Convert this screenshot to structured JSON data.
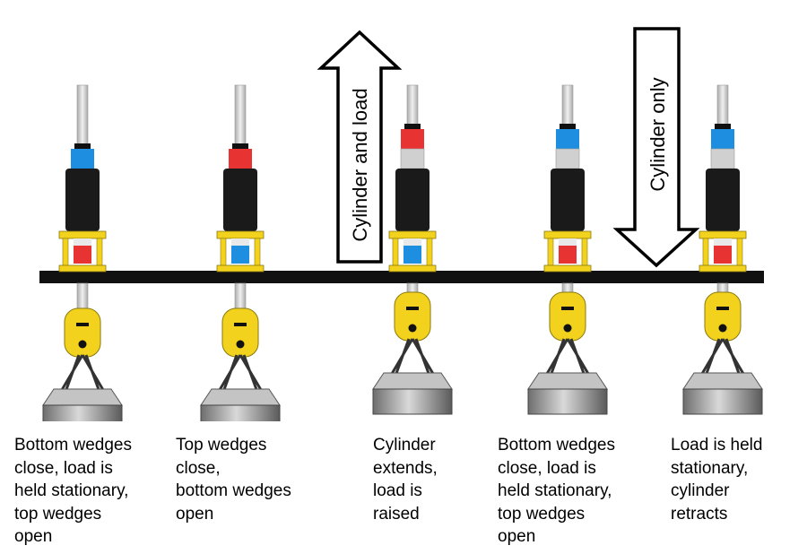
{
  "arrows": {
    "up_label": "Cylinder and load",
    "down_label": "Cylinder only"
  },
  "stages": [
    {
      "caption": "Bottom wedges\nclose, load is\nheld stationary,\ntop wedges\nopen",
      "top_block": "#1e8fe0",
      "inner_block": "#e83333",
      "raised": false
    },
    {
      "caption": "Top wedges\nclose,\nbottom wedges\nopen",
      "top_block": "#e83333",
      "inner_block": "#1e8fe0",
      "raised": false
    },
    {
      "caption": "Cylinder\nextends,\nload is\nraised",
      "top_block": "#e83333",
      "inner_block": "#1e8fe0",
      "raised": true
    },
    {
      "caption": "Bottom wedges\nclose, load is\nheld stationary,\ntop wedges\nopen",
      "top_block": "#1e8fe0",
      "inner_block": "#e83333",
      "raised": true
    },
    {
      "caption": "Load is held\nstationary,\ncylinder\nretracts",
      "top_block": "#1e8fe0",
      "inner_block": "#e83333",
      "raised": true
    }
  ],
  "colors": {
    "beam": "#111111",
    "clamp_yellow": "#f2d21c",
    "cylinder_black": "#1a1a1a",
    "strand_grey": "#c8c8c8",
    "load_grey": "#9a9a9a"
  }
}
